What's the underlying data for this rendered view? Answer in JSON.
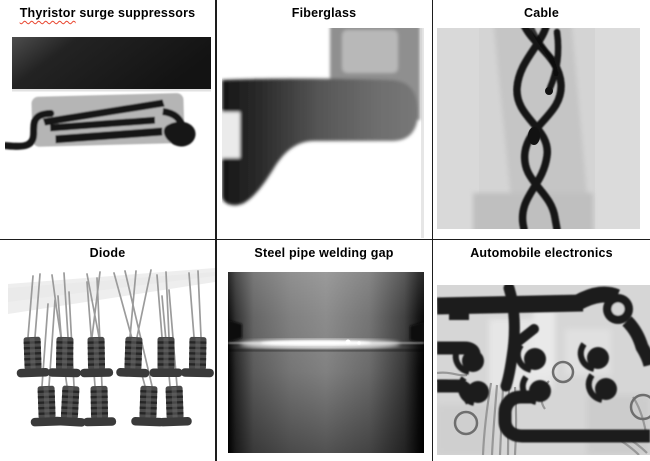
{
  "figure": {
    "type": "image-grid",
    "rows": 2,
    "cols": 3,
    "panels": [
      {
        "id": "thyristor",
        "title": "Thyristor surge suppressors",
        "title_flagged_word": "Thyristor",
        "title_rest": " surge suppressors",
        "image_kind": "xray-photo"
      },
      {
        "id": "fiberglass",
        "title": "Fiberglass",
        "image_kind": "xray-photo"
      },
      {
        "id": "cable",
        "title": "Cable",
        "image_kind": "xray-photo"
      },
      {
        "id": "diode",
        "title": "Diode",
        "image_kind": "xray-photo"
      },
      {
        "id": "steel-pipe",
        "title": "Steel pipe welding gap",
        "image_kind": "xray-photo"
      },
      {
        "id": "automobile-electronics",
        "title": "Automobile electronics",
        "image_kind": "xray-photo"
      }
    ],
    "colors": {
      "background": "#ffffff",
      "grid_line": "#1d1d1d",
      "title_text": "#000000",
      "spellcheck_underline": "#e8432d"
    }
  }
}
